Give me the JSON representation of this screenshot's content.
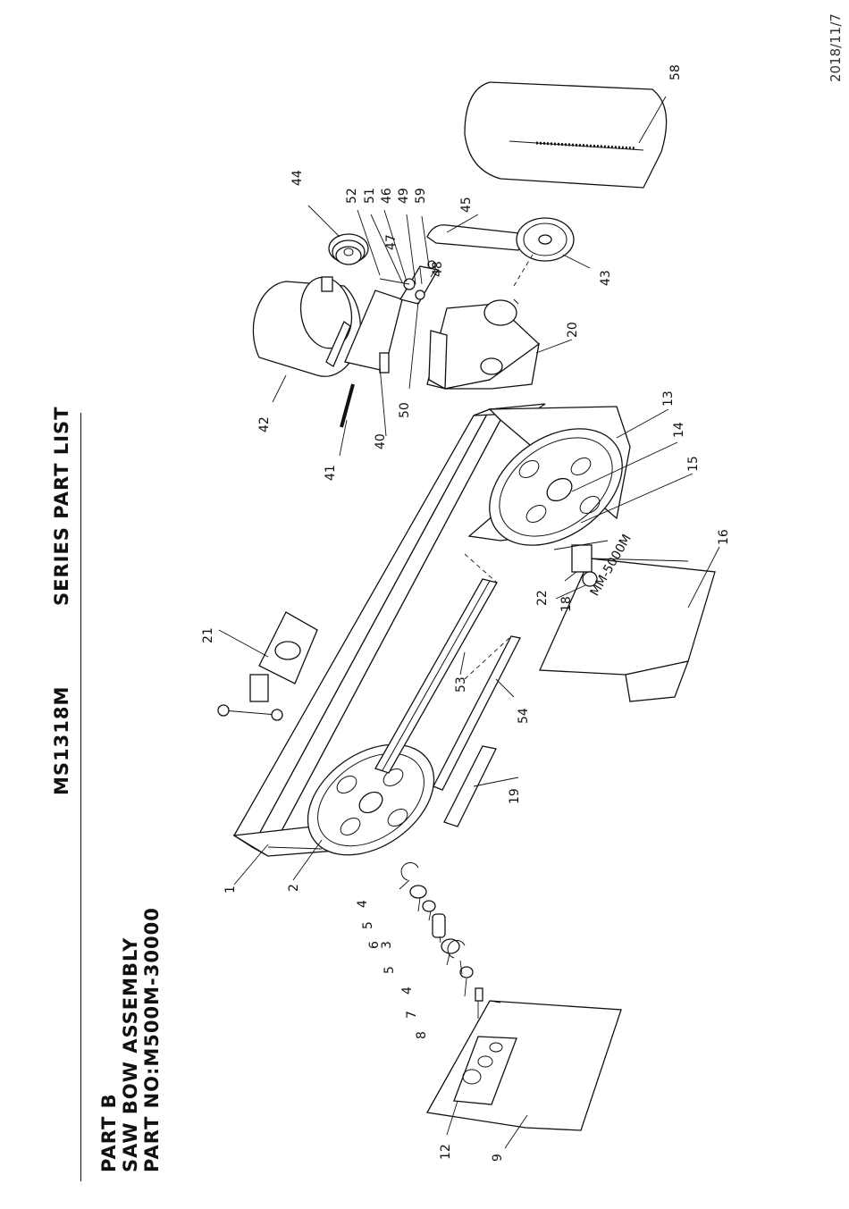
{
  "header": {
    "model": "MS1318M",
    "series_title": "SERIES   PART  LIST",
    "part_label": "PART  B",
    "assembly_name": "SAW  BOW  ASSEMBLY",
    "part_number": "PART NO:M500M-30000",
    "date": "2018/11/7"
  },
  "callouts": [
    {
      "id": "c1",
      "text": "1"
    },
    {
      "id": "c2",
      "text": "2"
    },
    {
      "id": "c3",
      "text": "3"
    },
    {
      "id": "c4a",
      "text": "4"
    },
    {
      "id": "c4b",
      "text": "4"
    },
    {
      "id": "c5a",
      "text": "5"
    },
    {
      "id": "c5b",
      "text": "5"
    },
    {
      "id": "c6",
      "text": "6"
    },
    {
      "id": "c7",
      "text": "7"
    },
    {
      "id": "c8",
      "text": "8"
    },
    {
      "id": "c9",
      "text": "9"
    },
    {
      "id": "c12",
      "text": "12"
    },
    {
      "id": "c13",
      "text": "13"
    },
    {
      "id": "c14",
      "text": "14"
    },
    {
      "id": "c15",
      "text": "15"
    },
    {
      "id": "c16",
      "text": "16"
    },
    {
      "id": "c18",
      "text": "18"
    },
    {
      "id": "c19",
      "text": "19"
    },
    {
      "id": "c20",
      "text": "20"
    },
    {
      "id": "c21",
      "text": "21"
    },
    {
      "id": "c22",
      "text": "22"
    },
    {
      "id": "c40",
      "text": "40"
    },
    {
      "id": "c41",
      "text": "41"
    },
    {
      "id": "c42",
      "text": "42"
    },
    {
      "id": "c43",
      "text": "43"
    },
    {
      "id": "c44",
      "text": "44"
    },
    {
      "id": "c45",
      "text": "45"
    },
    {
      "id": "c46",
      "text": "46"
    },
    {
      "id": "c47",
      "text": "47"
    },
    {
      "id": "c48",
      "text": "48"
    },
    {
      "id": "c49",
      "text": "49"
    },
    {
      "id": "c50",
      "text": "50"
    },
    {
      "id": "c51",
      "text": "51"
    },
    {
      "id": "c52",
      "text": "52"
    },
    {
      "id": "c53",
      "text": "53"
    },
    {
      "id": "c54",
      "text": "54"
    },
    {
      "id": "c58",
      "text": "58"
    },
    {
      "id": "c59",
      "text": "59"
    }
  ],
  "blade_stamp": "MM-5000M"
}
